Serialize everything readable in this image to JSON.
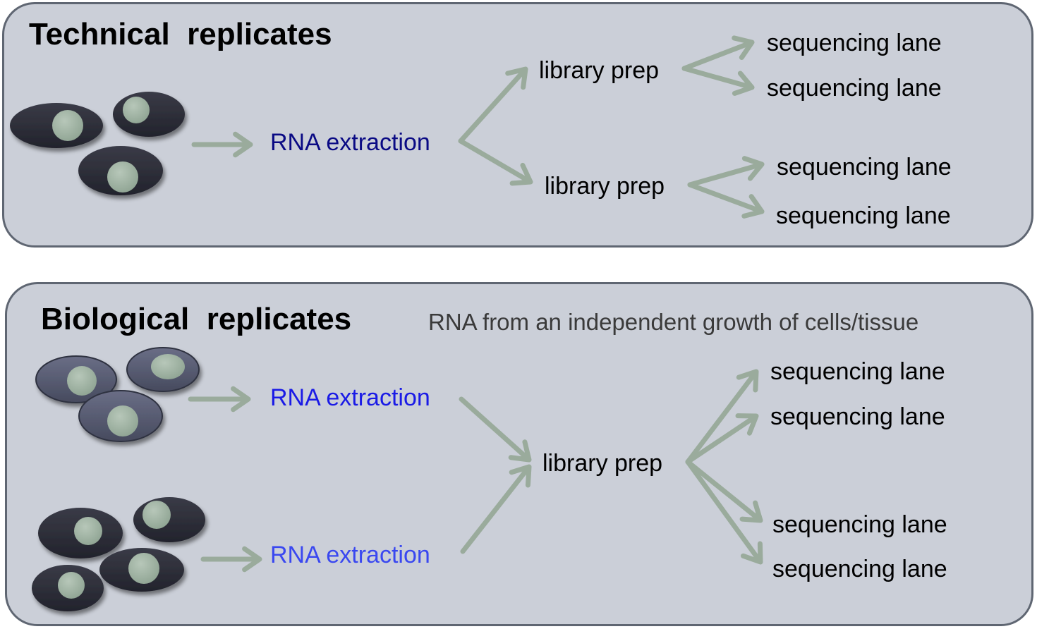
{
  "technical": {
    "title": "Technical  replicates",
    "rna_extraction": "RNA extraction",
    "library_prep_top": "library prep",
    "library_prep_bottom": "library prep",
    "lanes": [
      "sequencing lane",
      "sequencing lane",
      "sequencing lane",
      "sequencing lane"
    ]
  },
  "biological": {
    "title": "Biological  replicates",
    "subtitle": "RNA from an independent growth of cells/tissue",
    "rna_extraction_top": "RNA extraction",
    "rna_extraction_bottom": "RNA extraction",
    "library_prep": "library prep",
    "lanes": [
      "sequencing lane",
      "sequencing lane",
      "sequencing lane",
      "sequencing lane"
    ]
  },
  "colors": {
    "panel_fill": "#cbcfd8",
    "panel_border": "#5f6672",
    "arrow": "#9aab9c",
    "cell_dark": "#2e2f3a",
    "cell_medium": "#565a70",
    "nucleus": "#9db0a0"
  }
}
